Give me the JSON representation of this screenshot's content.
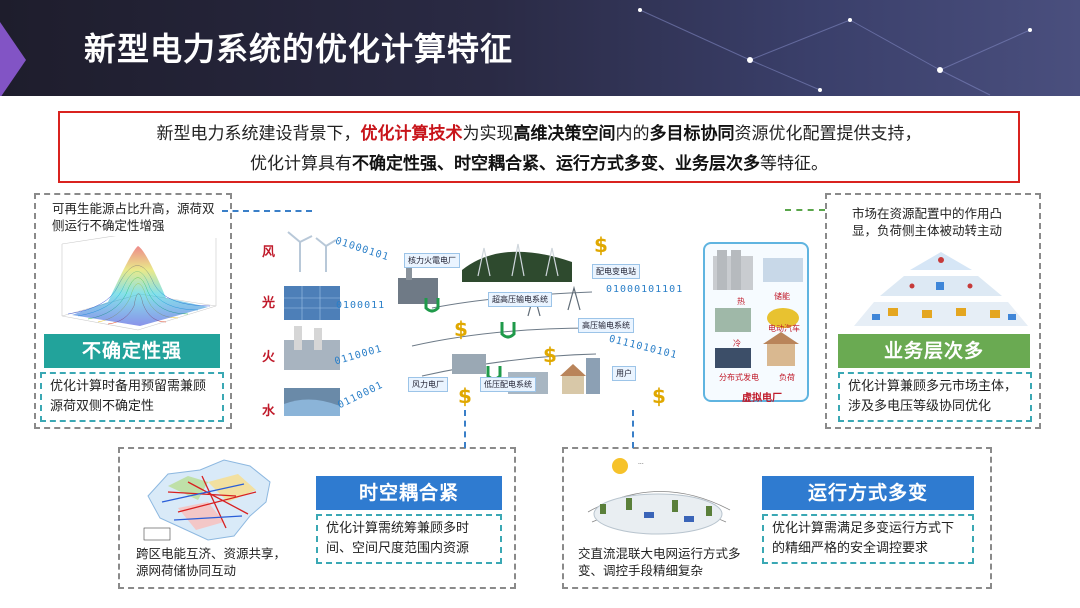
{
  "header": {
    "title": "新型电力系统的优化计算特征"
  },
  "summary": {
    "line1_a": "新型电力系统建设背景下，",
    "line1_b": "优化计算技术",
    "line1_c": "为实现",
    "line1_d": "高维决策空间",
    "line1_e": "内的",
    "line1_f": "多目标协同",
    "line1_g": "资源优化配置提供支持，",
    "line2_a": "优化计算具有",
    "line2_b": "不确定性强、时空耦合紧、运行方式多变、业务层次多",
    "line2_c": "等特征。"
  },
  "uncertainty": {
    "note": "可再生能源占比升高，源荷双侧运行不确定性增强",
    "label": "不确定性强",
    "desc": "优化计算时备用预留需兼顾源荷双侧不确定性"
  },
  "business": {
    "note": "市场在资源配置中的作用凸显，负荷侧主体被动转主动",
    "label": "业务层次多",
    "desc": "优化计算兼顾多元市场主体，涉及多电压等级协同优化"
  },
  "spatiotemporal": {
    "note": "跨区电能互济、资源共享，源网荷储协同互动",
    "label": "时空耦合紧",
    "desc": "优化计算需统筹兼顾多时间、空间尺度范围内资源"
  },
  "operation": {
    "note": "交直流混联大电网运行方式多变、调控手段精细复杂",
    "label": "运行方式多变",
    "desc": "优化计算需满足多变运行方式下的精细严格的安全调控要求"
  },
  "center": {
    "sources": [
      "风",
      "光",
      "火",
      "水"
    ],
    "bits": [
      "01000101",
      "0100011",
      "0110001",
      "0110001",
      "01000101101",
      "0111010101"
    ],
    "tags": [
      "核力火電电厂",
      "配电变电站",
      "超高压输电系统",
      "高压输电系统",
      "风力电厂",
      "低压配电系统",
      "用户"
    ],
    "vpp_label": "虚拟电厂",
    "vpp_items": [
      "热",
      "储能",
      "电动汽车",
      "冷",
      "分布式发电",
      "负荷"
    ]
  },
  "colors": {
    "accent_red": "#d9231f",
    "green": "#6aaa52",
    "teal": "#22a39b",
    "blue": "#2f7bd0"
  }
}
